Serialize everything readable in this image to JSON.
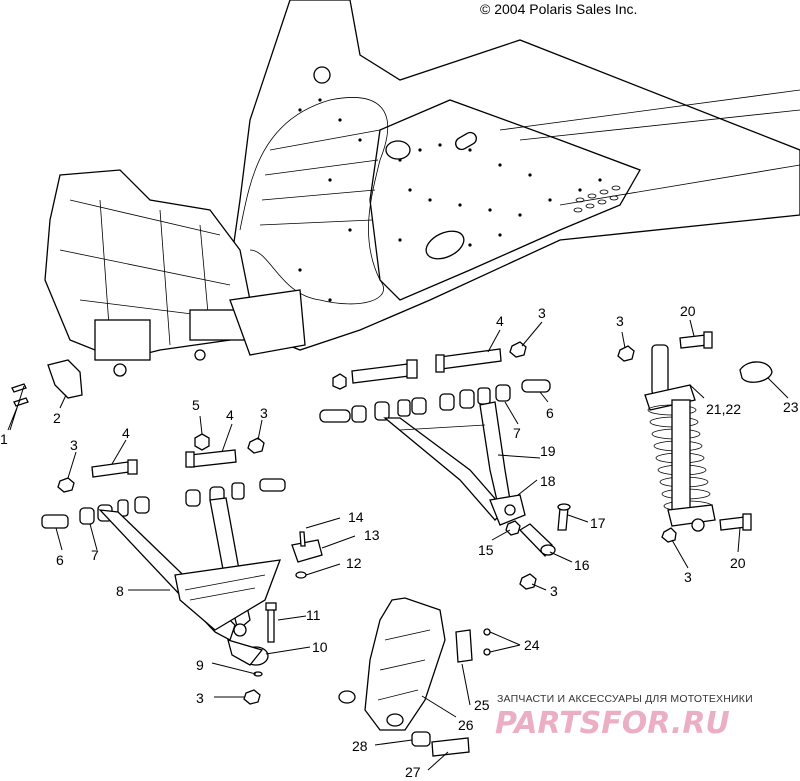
{
  "copyright": "© 2004 Polaris Sales Inc.",
  "watermark": {
    "subtitle": "ЗАПЧАСТИ И АКСЕССУАРЫ ДЛЯ МОТОТЕХНИКИ",
    "logo": "PARTSFOR.RU"
  },
  "callouts": {
    "c1": "1",
    "c2": "2",
    "c3a": "3",
    "c4a": "4",
    "c6a": "6",
    "c7a": "7",
    "c8": "8",
    "c5": "5",
    "c4b": "4",
    "c3b": "3",
    "c9": "9",
    "c10": "10",
    "c11": "11",
    "c3c": "3",
    "c12": "12",
    "c13": "13",
    "c14": "14",
    "c4c": "4",
    "c3d": "3",
    "c7b": "7",
    "c6b": "6",
    "c19": "19",
    "c18": "18",
    "c15": "15",
    "c16": "16",
    "c17": "17",
    "c3e": "3",
    "c3f": "3",
    "c20a": "20",
    "c2122": "21,22",
    "c23": "23",
    "c20b": "20",
    "c3g": "3",
    "c24": "24",
    "c25": "25",
    "c26": "26",
    "c28": "28",
    "c27": "27"
  }
}
